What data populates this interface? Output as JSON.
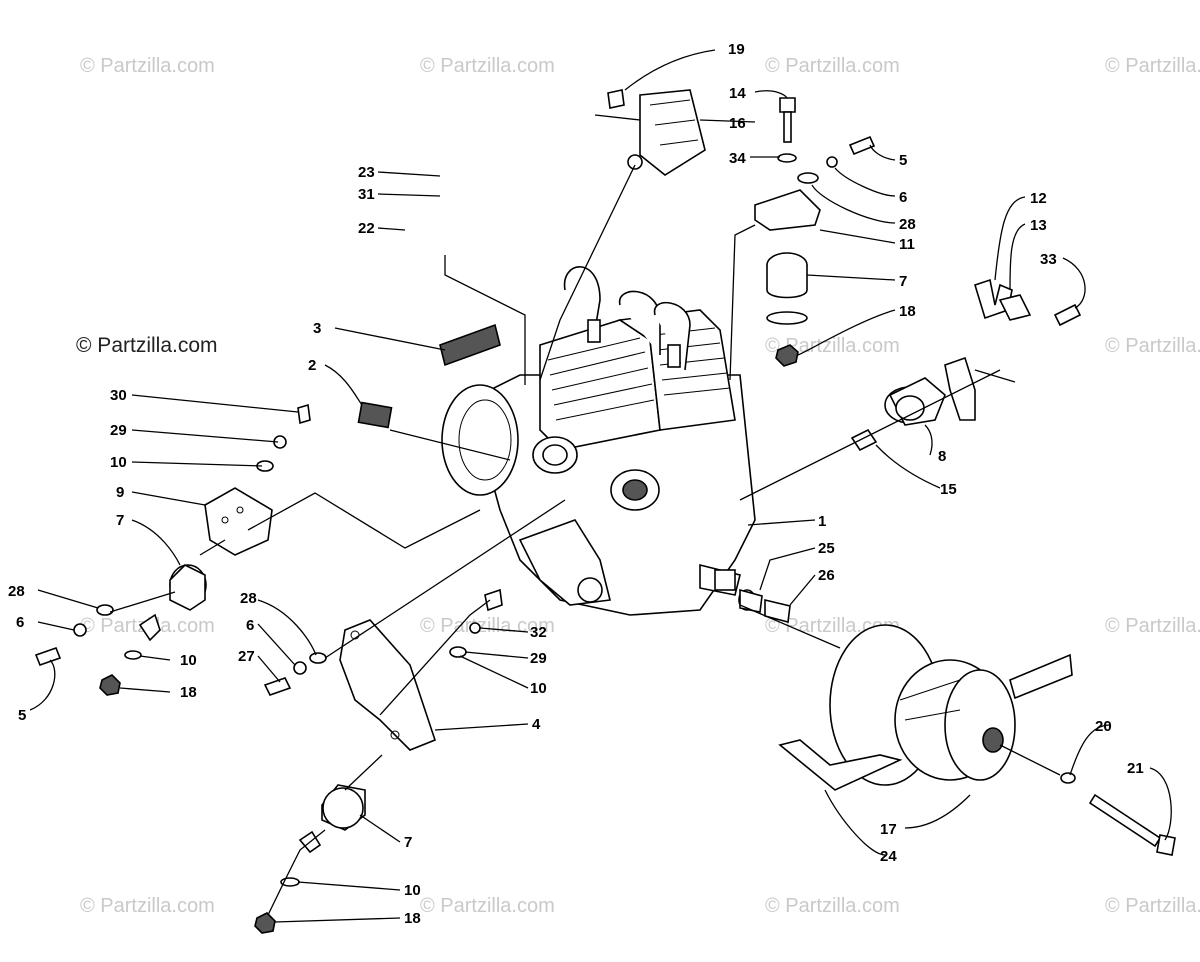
{
  "watermark": {
    "text": "© Partzilla.com",
    "main_text": "© Partzilla.com"
  },
  "callouts": [
    "19",
    "14",
    "16",
    "34",
    "5",
    "6",
    "28",
    "11",
    "7",
    "18",
    "23",
    "31",
    "22",
    "12",
    "13",
    "33",
    "3",
    "2",
    "8",
    "15",
    "1",
    "25",
    "26",
    "30",
    "29",
    "10",
    "9",
    "28",
    "6",
    "10",
    "18",
    "5",
    "27",
    "32",
    "29",
    "10",
    "4",
    "7",
    "10",
    "18",
    "20",
    "21",
    "17",
    "24"
  ]
}
